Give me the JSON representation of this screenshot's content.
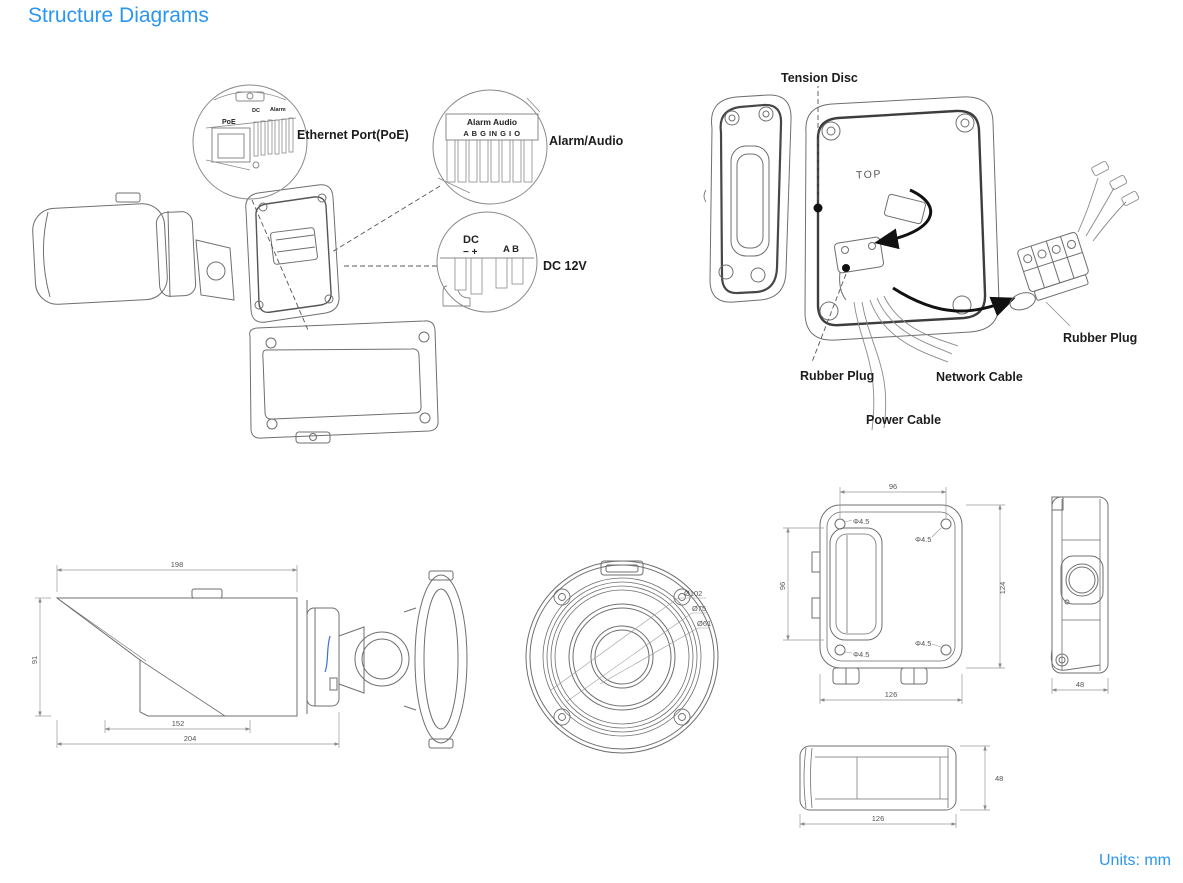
{
  "page": {
    "title": "Structure Diagrams",
    "units": "Units: mm"
  },
  "install_diagram": {
    "ethernet_callout": "Ethernet Port(PoE)",
    "alarm_audio_callout": "Alarm/Audio",
    "dc12v_callout": "DC 12V",
    "detail_poe": "PoE",
    "detail_dc_small": "DC",
    "detail_alarm_small": "Alarm",
    "alarm_header": "Alarm  Audio",
    "alarm_pins": "A B G IN G I O",
    "dc_header": "DC",
    "dc_polarity": "− +",
    "dc_ab": "A B"
  },
  "wiring_diagram": {
    "tension_disc": "Tension Disc",
    "top_marking": "TOP",
    "rubber_plug_left": "Rubber Plug",
    "rubber_plug_right": "Rubber Plug",
    "network_cable": "Network Cable",
    "power_cable": "Power Cable"
  },
  "dimensions": {
    "side_view": {
      "top_length": "198",
      "left_height": "91",
      "bottom_inner": "152",
      "bottom_overall": "204"
    },
    "front_view": {
      "outer": "Ø102",
      "mid": "Ø75",
      "inner": "Ø61"
    },
    "box_front": {
      "top_width": "96",
      "left_height": "96",
      "right_height": "124",
      "bottom_width": "126",
      "hole": "Φ4.5"
    },
    "box_side": {
      "bottom_width": "48"
    },
    "box_bottom": {
      "right_height": "48",
      "bottom_width": "126"
    }
  }
}
